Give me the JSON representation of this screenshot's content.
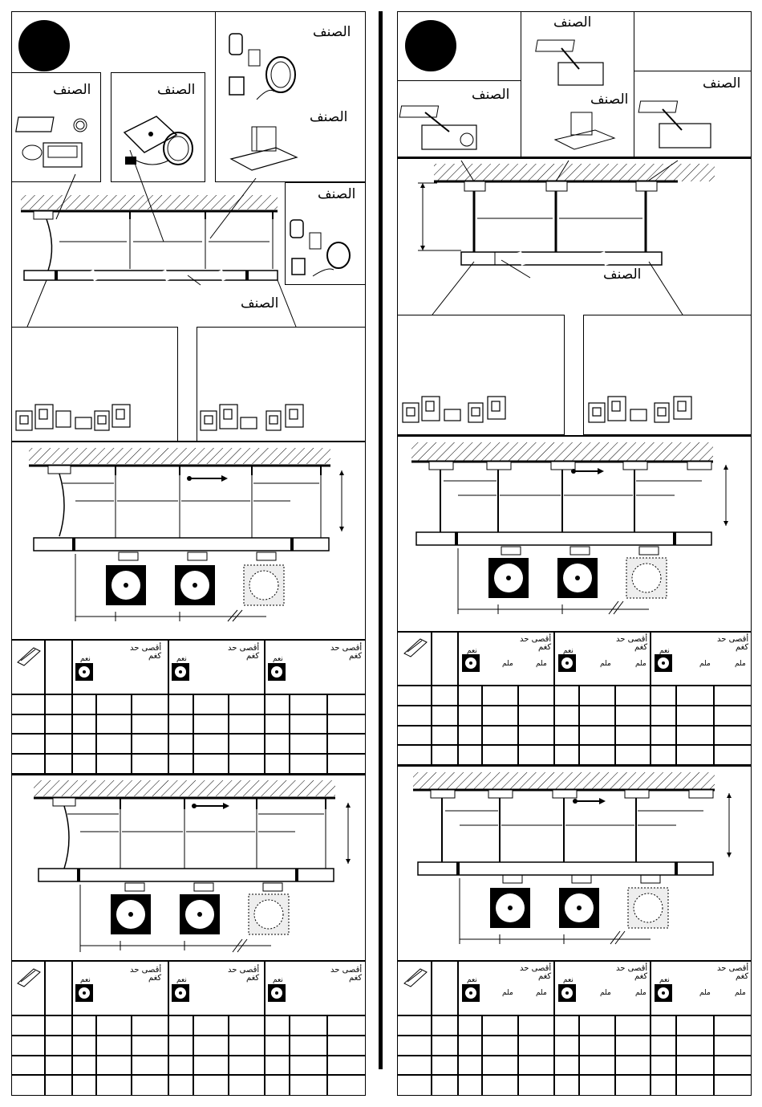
{
  "labels": {
    "category": "الصنف",
    "max_per_fixture": "أقصى حد\nكغم",
    "yes": "نعم",
    "kg": "ملم"
  }
}
